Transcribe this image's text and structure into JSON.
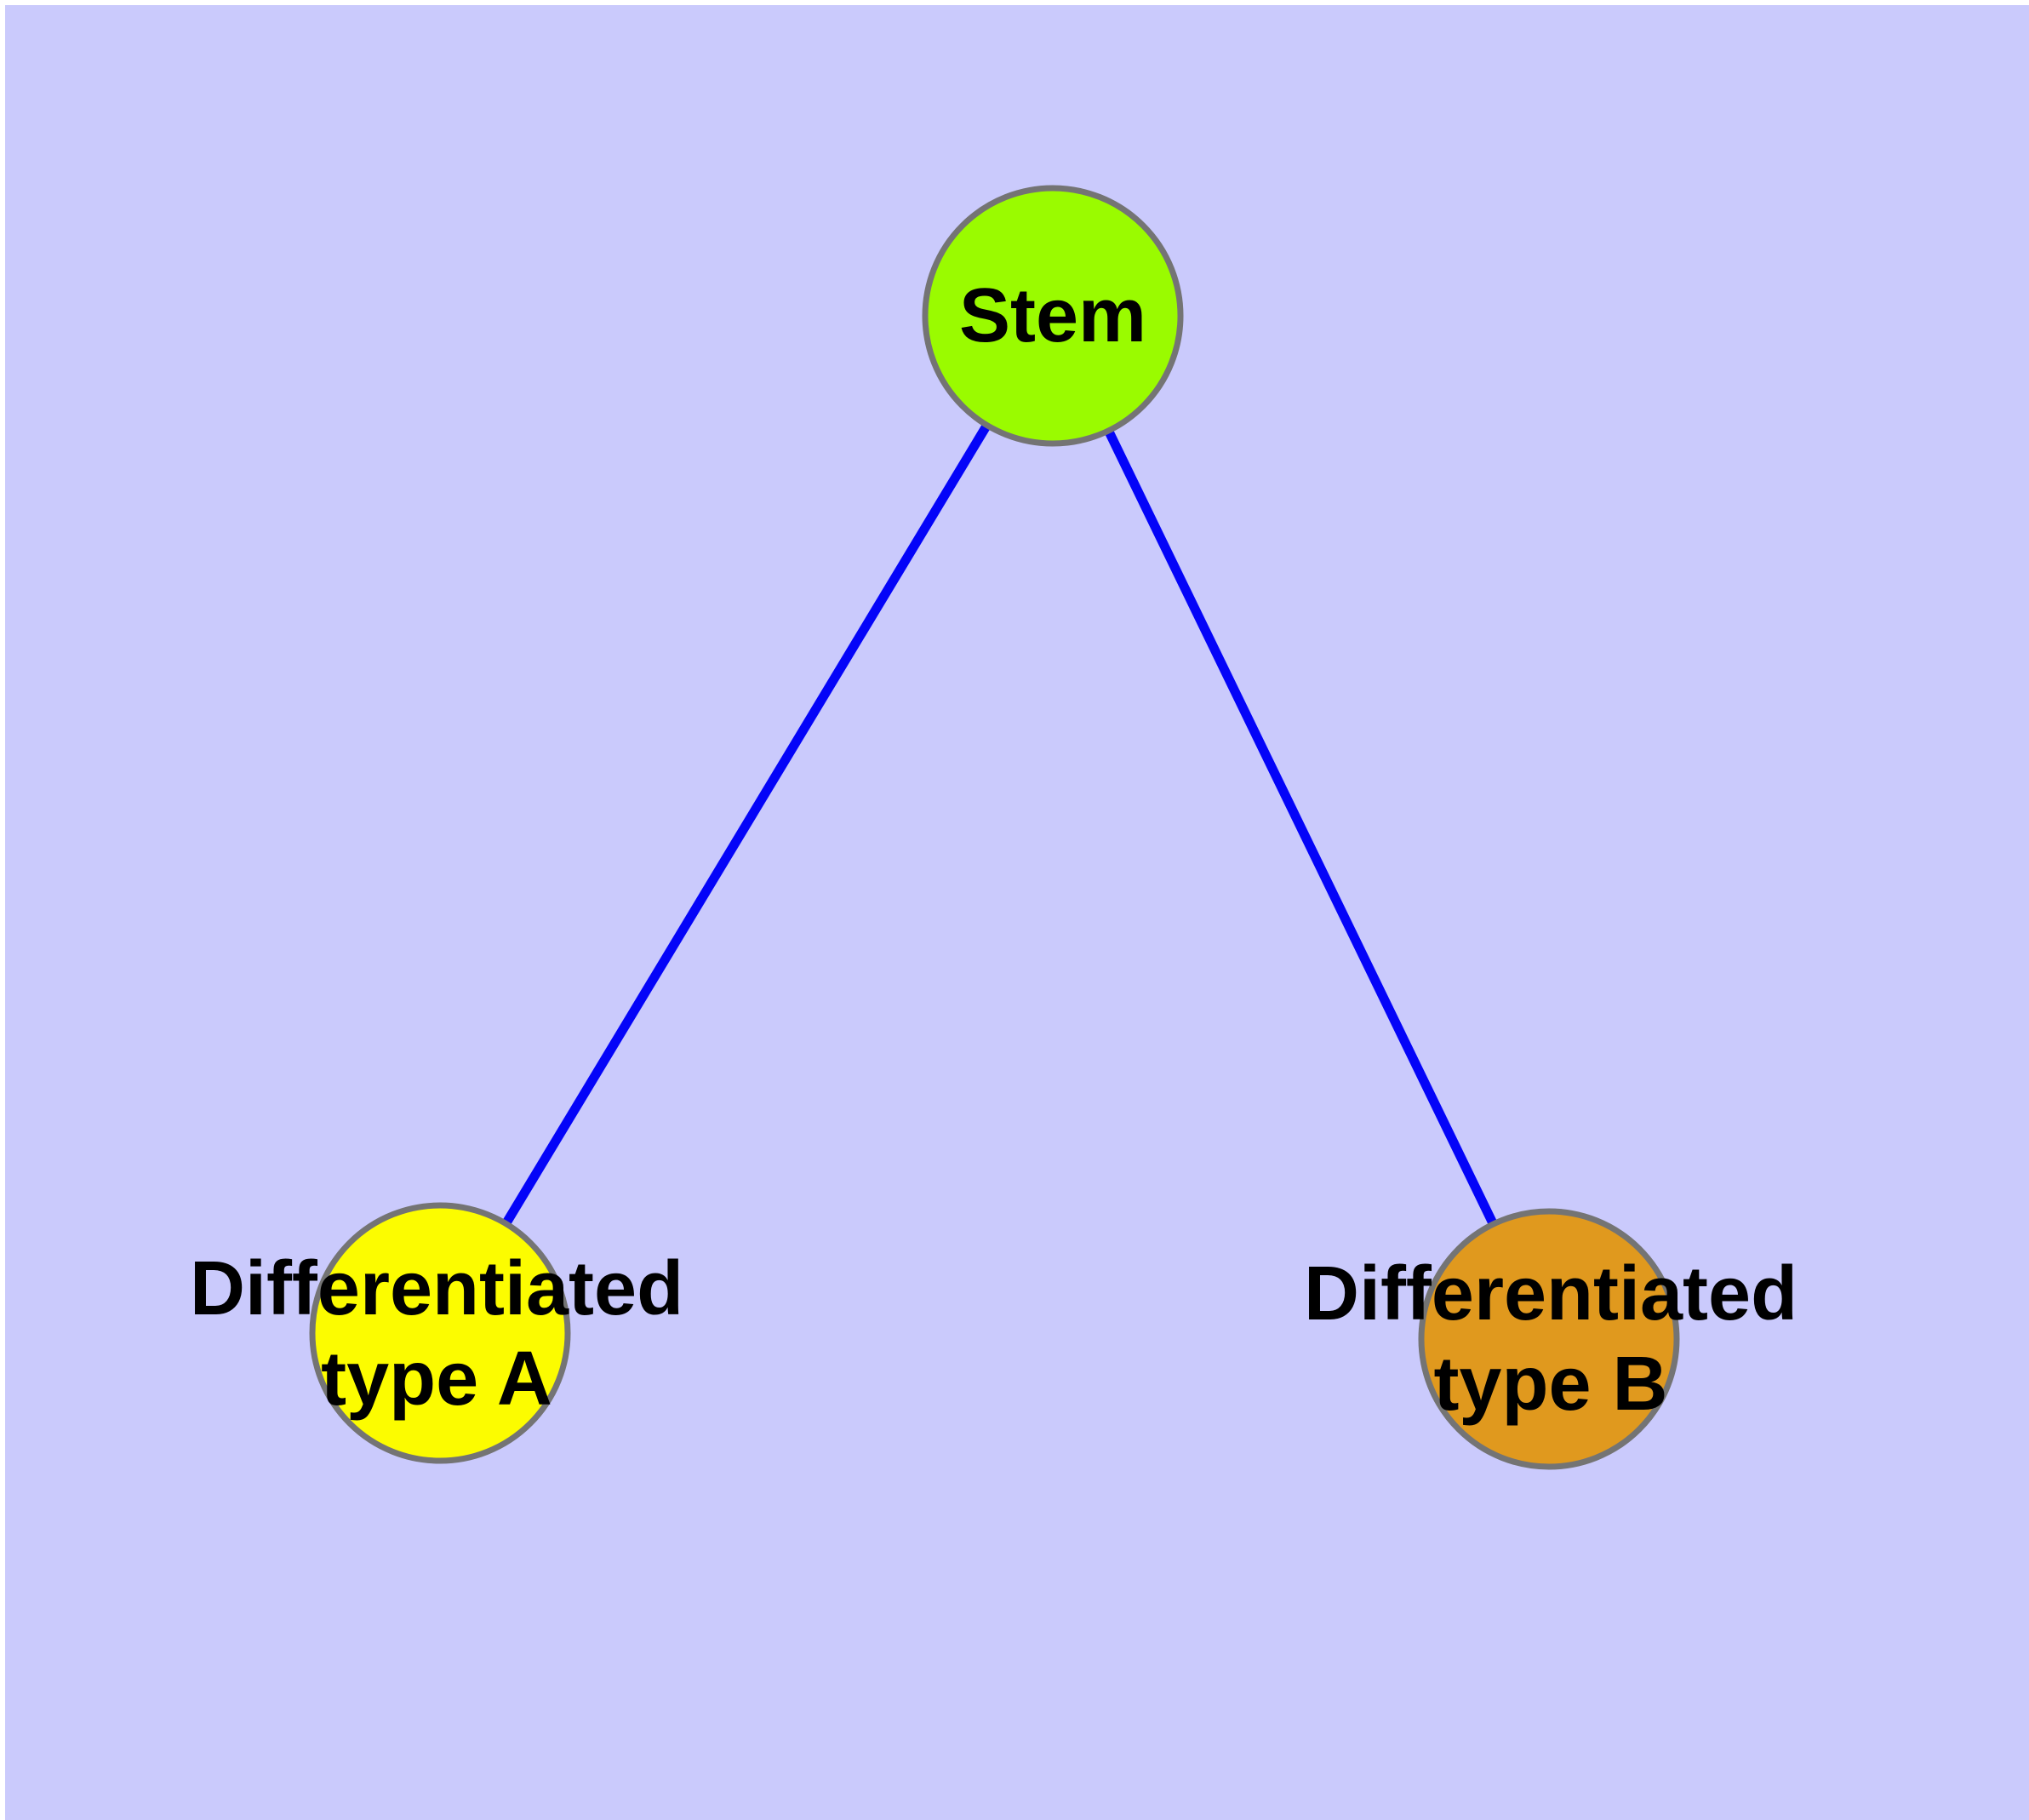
{
  "diagram": {
    "type": "graph",
    "background_color": "#CACAFC",
    "page_margin_color": "#FFFFFF",
    "edge_color": "#0404F8",
    "node_border_color": "#747474",
    "nodes": {
      "stem": {
        "label": "Stem",
        "color": "#9AFB00"
      },
      "type_a": {
        "label_line1": "Differentiated",
        "label_line2": "type A",
        "color": "#FCFC00"
      },
      "type_b": {
        "label_line1": "Differentiated",
        "label_line2": "type B",
        "color": "#E0991E"
      }
    },
    "edges": [
      {
        "from": "Stem",
        "to": "Differentiated type A"
      },
      {
        "from": "Stem",
        "to": "Differentiated type B"
      }
    ]
  }
}
